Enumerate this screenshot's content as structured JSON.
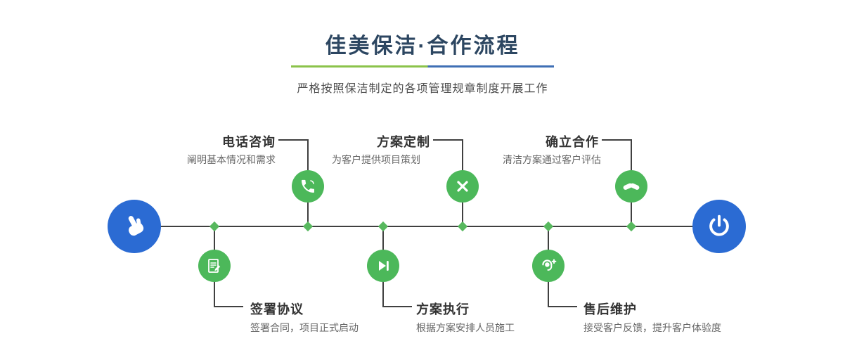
{
  "header": {
    "title": "佳美保洁·合作流程",
    "subtitle": "严格按照保洁制定的各项管理规章制度开展工作"
  },
  "timeline": {
    "start_icon": "hand-pointer-icon",
    "end_icon": "power-icon"
  },
  "steps_top": [
    {
      "title": "电话咨询",
      "desc": "阐明基本情况和需求",
      "icon": "phone-icon"
    },
    {
      "title": "方案定制",
      "desc": "为客户提供项目策划",
      "icon": "design-pen-icon"
    },
    {
      "title": "确立合作",
      "desc": "清洁方案通过客户评估",
      "icon": "handshake-icon"
    }
  ],
  "steps_bottom": [
    {
      "title": "签署协议",
      "desc": "签署合同，项目正式启动",
      "icon": "contract-icon"
    },
    {
      "title": "方案执行",
      "desc": "根据方案安排人员施工",
      "icon": "play-forward-icon"
    },
    {
      "title": "售后维护",
      "desc": "接受客户反馈，提升客户体验度",
      "icon": "headset-support-icon"
    }
  ],
  "colors": {
    "accent_blue": "#2b6bd3",
    "accent_green": "#4cb85a",
    "title_navy": "#2c4661",
    "line_gray": "#404040",
    "underline_green": "#8bc34a",
    "underline_blue": "#3f6fb5"
  }
}
